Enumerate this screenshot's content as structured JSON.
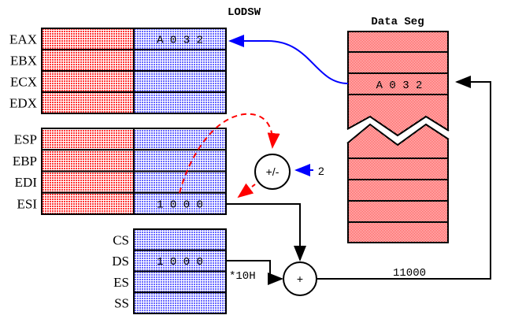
{
  "title": "LODSW",
  "general_registers": [
    {
      "name": "EAX",
      "value": "A 0 3 2"
    },
    {
      "name": "EBX",
      "value": ""
    },
    {
      "name": "ECX",
      "value": ""
    },
    {
      "name": "EDX",
      "value": ""
    }
  ],
  "pointer_registers": [
    {
      "name": "ESP",
      "value": ""
    },
    {
      "name": "EBP",
      "value": ""
    },
    {
      "name": "EDI",
      "value": ""
    },
    {
      "name": "ESI",
      "value": "1 0 0 0"
    }
  ],
  "segment_registers": [
    {
      "name": "CS",
      "value": ""
    },
    {
      "name": "DS",
      "value": "1 0 0 0"
    },
    {
      "name": "ES",
      "value": ""
    },
    {
      "name": "SS",
      "value": ""
    }
  ],
  "data_segment": {
    "title": "Data Seg",
    "value": "A 0 3 2"
  },
  "incdec": {
    "symbol": "+/-",
    "amount": "2"
  },
  "adder": {
    "symbol": "+",
    "shift_label": "*10H",
    "result": "11000"
  },
  "colors": {
    "high_half": "#ff0000",
    "low_half": "#0000ff",
    "load_arrow": "#0000ff",
    "update_arrow": "#ff0000"
  }
}
